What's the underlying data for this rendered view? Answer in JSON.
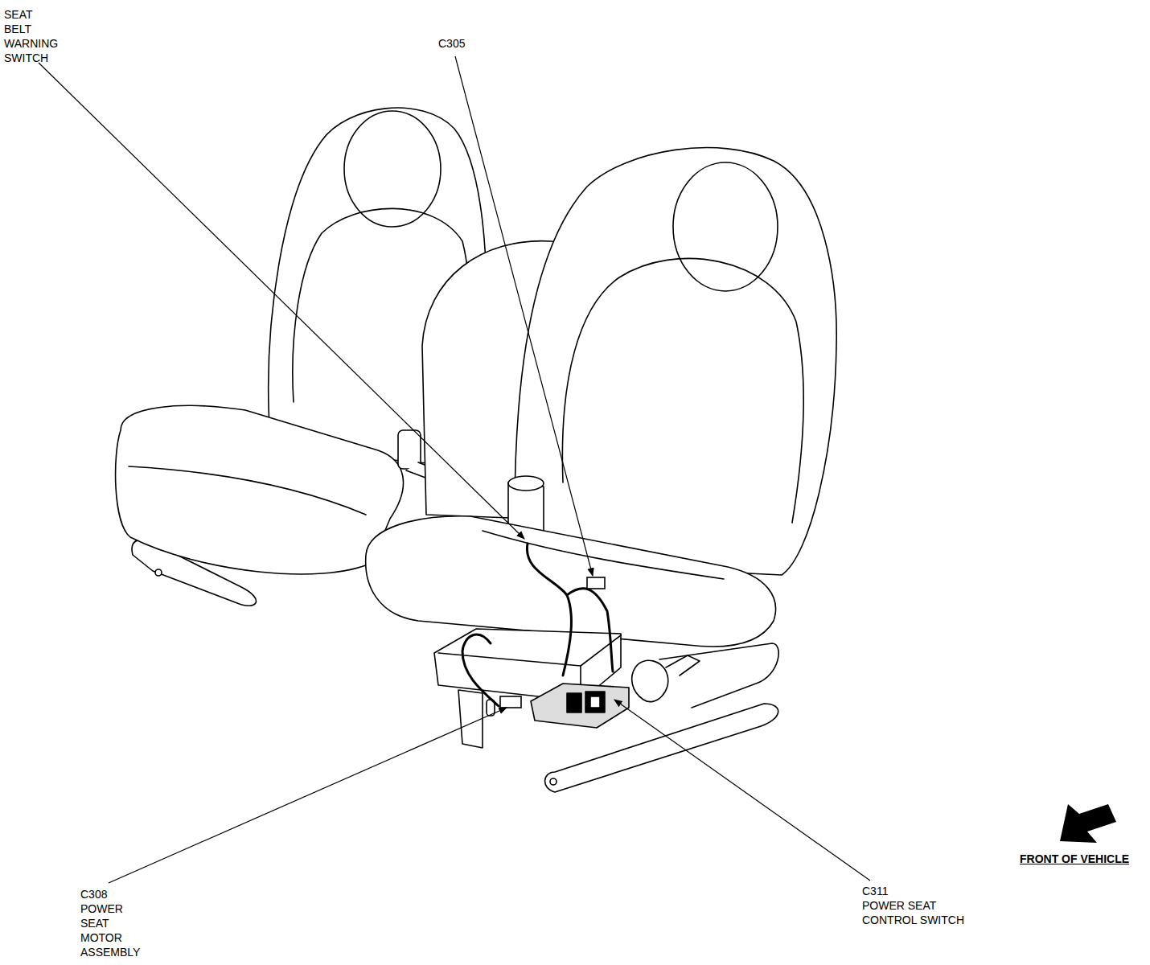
{
  "diagram": {
    "labels": [
      "SEAT BELT WARNING SWITCH",
      "C305",
      "C308",
      "POWER SEAT MOTOR ASSEMBLY",
      "C311",
      "POWER SEAT CONTROL SWITCH",
      "FRONT OF VEHICLE"
    ]
  }
}
